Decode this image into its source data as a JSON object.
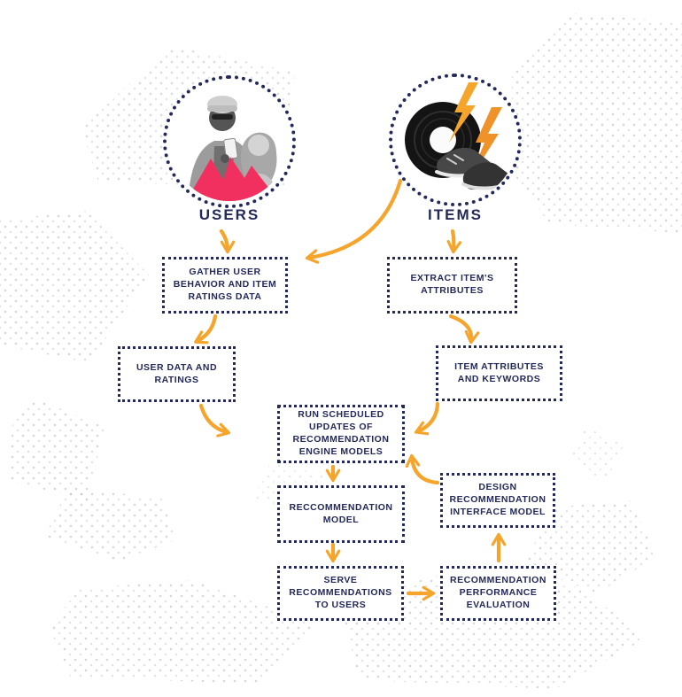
{
  "diagram": {
    "colors": {
      "navy": "#23295a",
      "orange": "#F5A42C",
      "pink": "#F2305F",
      "pattern_dot": "#9298AA"
    },
    "nodes": {
      "users": {
        "label": "USERS"
      },
      "items": {
        "label": "ITEMS"
      },
      "gather": {
        "label": "GATHER USER BEHAVIOR AND ITEM RATINGS DATA"
      },
      "extract": {
        "label": "EXTRACT ITEM'S ATTRIBUTES"
      },
      "user_data": {
        "label": "USER DATA AND RATINGS"
      },
      "item_attributes": {
        "label": "ITEM ATTRIBUTES AND KEYWORDS"
      },
      "run_updates": {
        "label": "RUN SCHEDULED UPDATES OF RECOMMENDATION ENGINE MODELS"
      },
      "model": {
        "label": "RECCOMMENDATION MODEL"
      },
      "design_interface": {
        "label": "DESIGN RECOMMENDATION INTERFACE MODEL"
      },
      "serve": {
        "label": "SERVE RECOMMENDATIONS TO USERS"
      },
      "evaluation": {
        "label": "RECOMMENDATION PERFORMANCE EVALUATION"
      }
    },
    "edges": [
      {
        "from": "users",
        "to": "gather"
      },
      {
        "from": "items",
        "to": "gather"
      },
      {
        "from": "items",
        "to": "extract"
      },
      {
        "from": "gather",
        "to": "user_data"
      },
      {
        "from": "extract",
        "to": "item_attributes"
      },
      {
        "from": "user_data",
        "to": "run_updates"
      },
      {
        "from": "item_attributes",
        "to": "run_updates"
      },
      {
        "from": "design_interface",
        "to": "run_updates"
      },
      {
        "from": "run_updates",
        "to": "model"
      },
      {
        "from": "model",
        "to": "serve"
      },
      {
        "from": "serve",
        "to": "evaluation"
      },
      {
        "from": "evaluation",
        "to": "design_interface"
      }
    ]
  }
}
